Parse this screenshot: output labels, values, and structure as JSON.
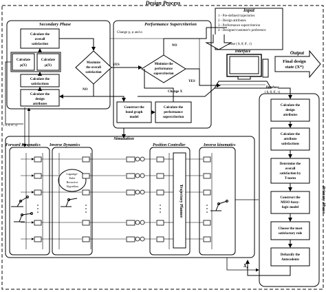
{
  "title": "Design Process",
  "input": {
    "title": "Input",
    "items": [
      "1 - Pre-defined trajectories",
      "2 - Design attributes",
      "3 - Performance supercriterion",
      "4 - Designer/customer's preference"
    ]
  },
  "interface": {
    "label": "Interface"
  },
  "output": {
    "title": "Output",
    "box_line1": "Final design",
    "box_line2": "state (X*)"
  },
  "database": {
    "title": "Database",
    "tuple": "( θ, θ̇, θ̈ , τ)",
    "tuple_right": "( θ, θ̇, θ̈ , τ)"
  },
  "links": {
    "database_tuple_left": "1 - Database ( θ, θ̇, θ̈ , τ)",
    "change_x": "Change X",
    "change_params": "Change p, φ and α",
    "no1": "NO",
    "yes1": "YES",
    "no2": "NO",
    "yes2": "YES",
    "x0": "X",
    "x0_sub": "0"
  },
  "secondary_phase": {
    "title": "Secondary Phase",
    "calc_overall": [
      "Calculate the",
      "overall",
      "satisfaction"
    ],
    "calc_left": [
      "Calculate",
      "μ(X)"
    ],
    "calc_right": [
      "Calculate",
      "μ(X)"
    ],
    "calc_satisfactions": [
      "Calculate the",
      "satisfactions"
    ],
    "calc_attributes": [
      "Calculate the",
      "design",
      "attributes"
    ],
    "maximize": [
      "Maximize",
      "the overall",
      "satisfaction"
    ]
  },
  "performance": {
    "title": "Performance Supercriterion",
    "maximize": [
      "Minimize the",
      "performance",
      "supercriterion"
    ],
    "construct_bond": [
      "Construct the",
      "bond graph",
      "model"
    ],
    "calc_perf": [
      "Calculate the",
      "performance",
      "supercriterion"
    ]
  },
  "primary_phase": {
    "title": "Primary Phase",
    "steps": [
      [
        "Calculate the",
        "design",
        "attributes"
      ],
      [
        "Calculate the",
        "attribute",
        "satisfactions"
      ],
      [
        "Determine the",
        "overall",
        "satisfaction by",
        "T-norm"
      ],
      [
        "Construct the",
        "MISO fuzzy-",
        "logic model"
      ],
      [
        "Choose the most",
        "satisfactory rule"
      ],
      [
        "Defuzzify the",
        "Antecedents"
      ]
    ]
  },
  "simulation": {
    "title": "Simulation",
    "forward": "Forward Kinematics",
    "inverse_dyn": "Inverse Dynamics",
    "position": "Position Controller",
    "inverse_kin": "Inverse kinematics",
    "trajectory": "Trajectory Planner",
    "lagrange": [
      "Lagrange-",
      "Euler",
      "Recursive",
      "Algorithm"
    ]
  }
}
